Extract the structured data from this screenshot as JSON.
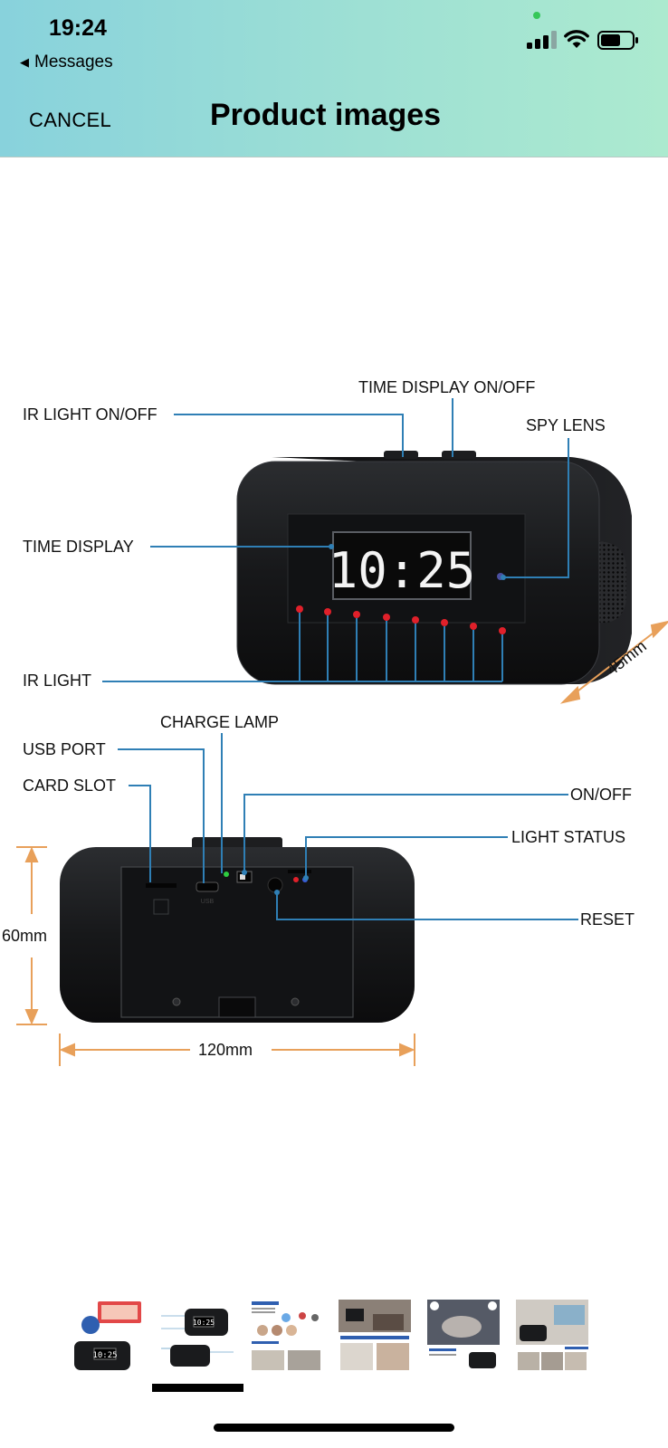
{
  "status_bar": {
    "time": "19:24",
    "back_label": "Messages",
    "icons": [
      "signal-icon",
      "wifi-icon",
      "battery-icon"
    ]
  },
  "nav": {
    "cancel_label": "CANCEL",
    "title": "Product images"
  },
  "product_image": {
    "front_labels": {
      "time_display_on_off": "TIME DISPLAY ON/OFF",
      "ir_light_on_off": "IR LIGHT ON/OFF",
      "spy_lens": "SPY LENS",
      "time_display": "TIME DISPLAY",
      "ir_light": "IR LIGHT",
      "depth": "45mm",
      "clock_reading": "10:25"
    },
    "back_labels": {
      "charge_lamp": "CHARGE LAMP",
      "usb_port": "USB PORT",
      "card_slot": "CARD SLOT",
      "on_off": "ON/OFF",
      "light_status": "LIGHT STATUS",
      "reset": "RESET",
      "height": "60mm",
      "width": "120mm"
    }
  },
  "thumbnails": {
    "count": 6,
    "selected_index": 1
  },
  "colors": {
    "header_start": "#88d2dc",
    "header_end": "#aceacf",
    "callout_line": "#2f7fb5",
    "dimension_line": "#e8a05a",
    "ir_led": "#e0202a"
  }
}
